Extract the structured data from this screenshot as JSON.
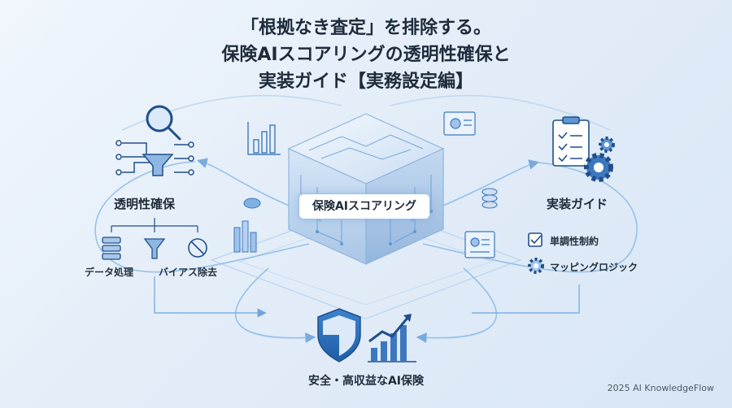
{
  "title": {
    "line1": "「根拠なき査定」を排除する。",
    "line2": "保険AIスコアリングの透明性確保と",
    "line3": "実装ガイド【実務設定編】"
  },
  "center": {
    "label": "保険AIスコアリング"
  },
  "left": {
    "label": "透明性確保",
    "items": [
      "データ処理",
      "バイアス除去"
    ]
  },
  "right": {
    "label": "実装ガイド",
    "items": [
      "単調性制約",
      "マッピングロジック"
    ]
  },
  "bottom": {
    "label": "安全・高収益なAI保険"
  },
  "footer": "2025 AI KnowledgeFlow",
  "colors": {
    "accent": "#2f6fb8",
    "line": "#7fb0e0",
    "dark": "#1e2b3a",
    "cube": "#cfe2f6"
  }
}
